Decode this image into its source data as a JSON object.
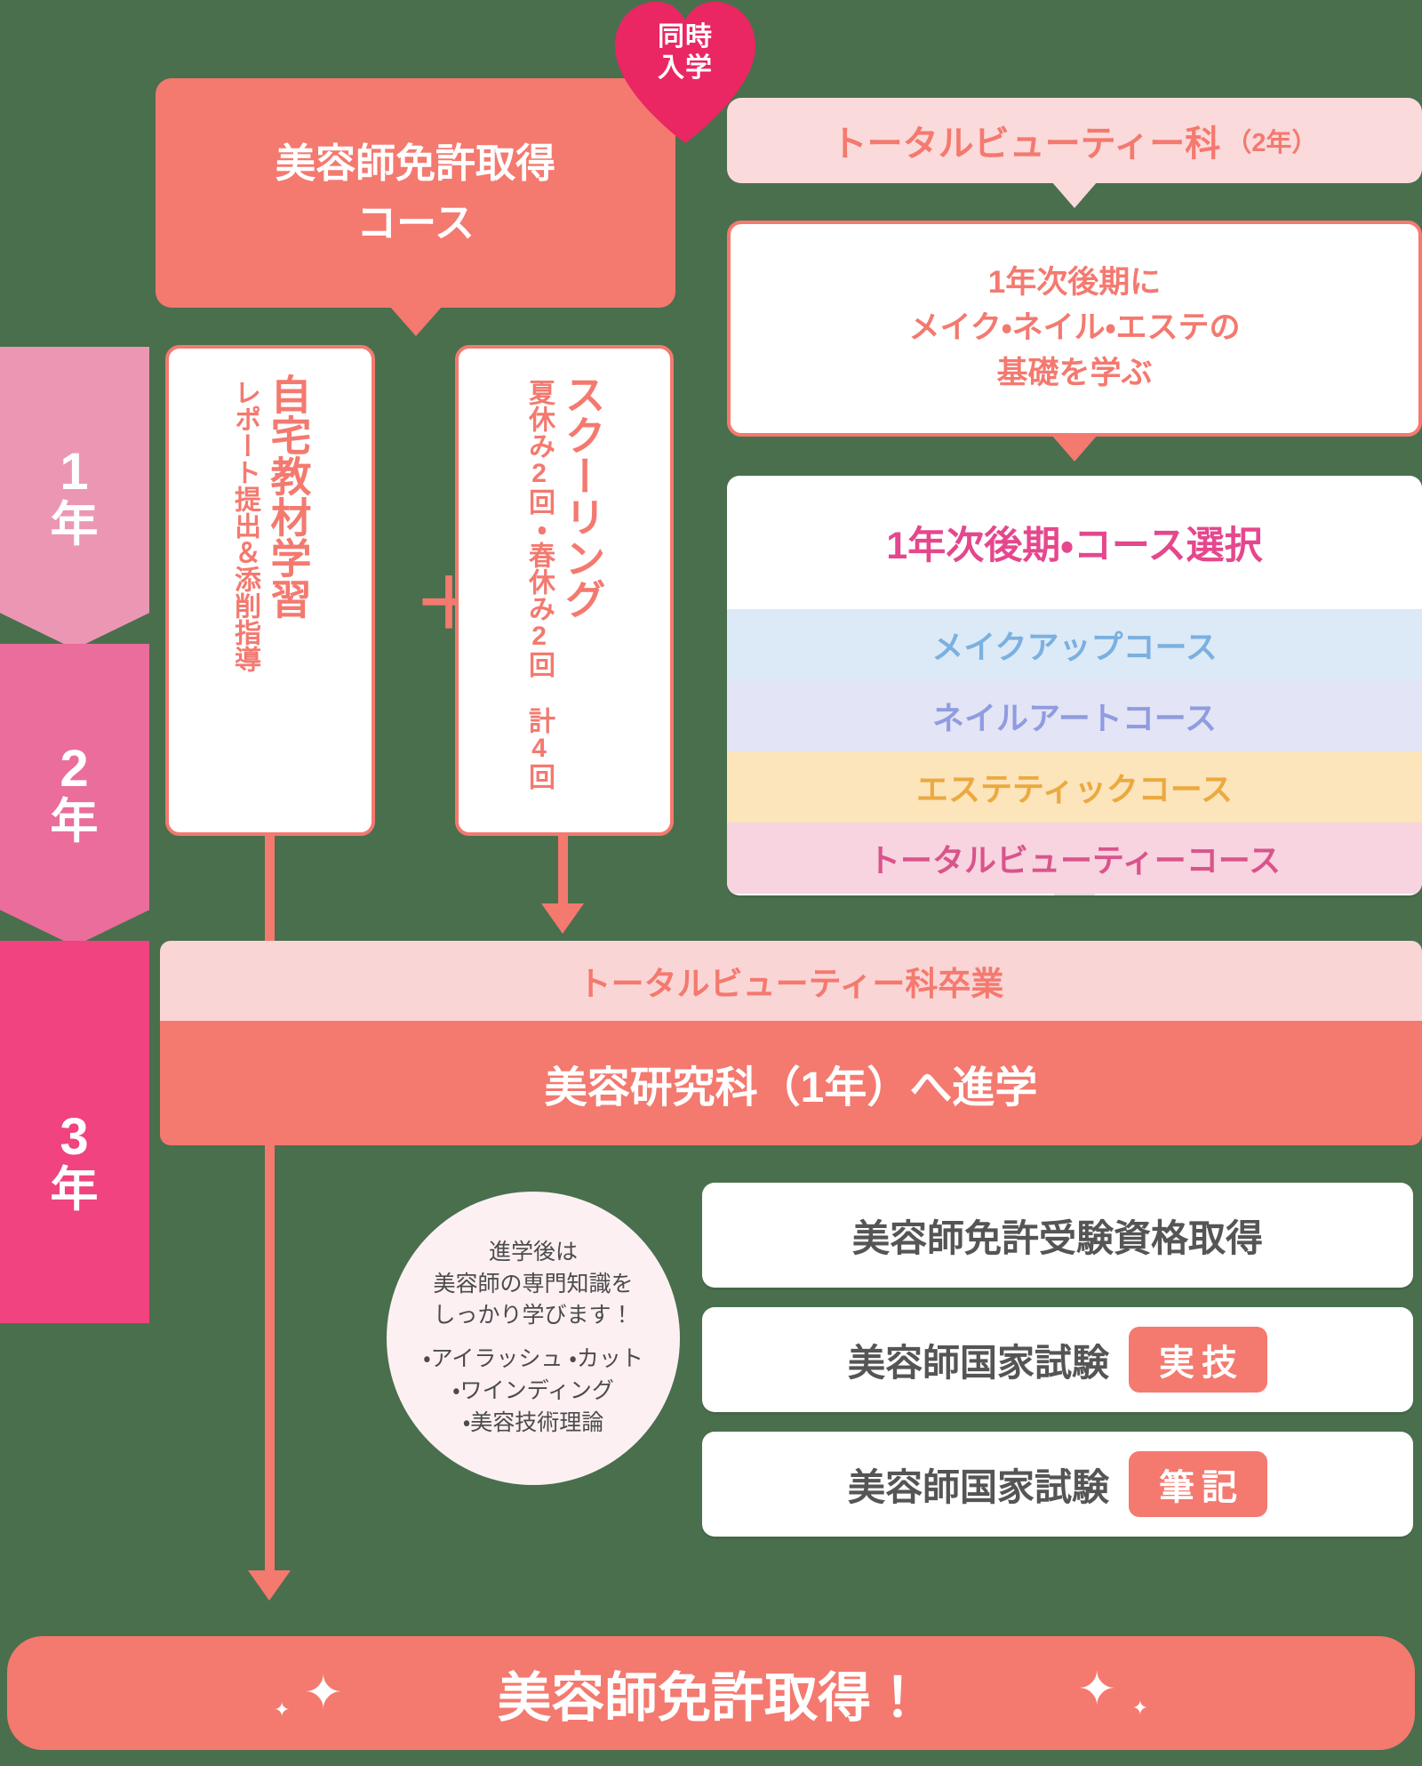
{
  "years": [
    {
      "num": "1",
      "kanji": "年"
    },
    {
      "num": "2",
      "kanji": "年"
    },
    {
      "num": "3",
      "kanji": "年"
    }
  ],
  "badge": {
    "line1": "同時",
    "line2": "入学"
  },
  "left_course": {
    "title_line1": "美容師免許取得",
    "title_line2": "コース",
    "plus": "＋",
    "box1": {
      "main": "自宅教材学習",
      "sub": "レポート提出＆添削指導"
    },
    "box2": {
      "main": "スクーリング",
      "sub": "夏休み2回・春休み2回 計4回"
    }
  },
  "right_course": {
    "title": "トータルビューティー科",
    "title_years": "（2年）",
    "basics": "1年次後期に\nメイク・ネイル・エステの\n基礎を学ぶ",
    "basics_lines": [
      "1年次後期に",
      "メイク・ネイル・エステの",
      "基礎を学ぶ"
    ],
    "select_title": "1年次後期・コース選択",
    "courses": [
      {
        "label": "メイクアップコース",
        "bg": "#dceaf7",
        "color": "#7bb0e0"
      },
      {
        "label": "ネイルアートコース",
        "bg": "#e3e4f5",
        "color": "#8f9ce0"
      },
      {
        "label": "エステティックコース",
        "bg": "#fce4bb",
        "color": "#eba93f"
      },
      {
        "label": "トータルビューティーコース",
        "bg": "#f8d3e0",
        "color": "#d9548c"
      }
    ]
  },
  "mid": {
    "graduation": "トータルビューティー科卒業",
    "advance": "美容研究科（1年）へ進学"
  },
  "circle_note": {
    "lead_lines": [
      "進学後は",
      "美容師の専門知識を",
      "しっかり学びます！"
    ],
    "bullet_lines": [
      "・アイラッシュ ・カット",
      "・ワインディング",
      "・美容技術理論"
    ]
  },
  "exams": [
    {
      "label": "美容師免許受験資格取得",
      "chip": ""
    },
    {
      "label": "美容師国家試験",
      "chip": "実技"
    },
    {
      "label": "美容師国家試験",
      "chip": "筆記"
    }
  ],
  "banner": {
    "text": "美容師免許取得！"
  },
  "colors": {
    "salmon": "#f4796f",
    "pink_pale": "#fadadb",
    "pink_bar": "#fad5d5",
    "magenta": "#e5478d",
    "heart": "#ea2663",
    "year1": "#eb97b4",
    "year2": "#ea6d9b",
    "year3": "#f0437f",
    "bg": "#4a6f4d"
  }
}
